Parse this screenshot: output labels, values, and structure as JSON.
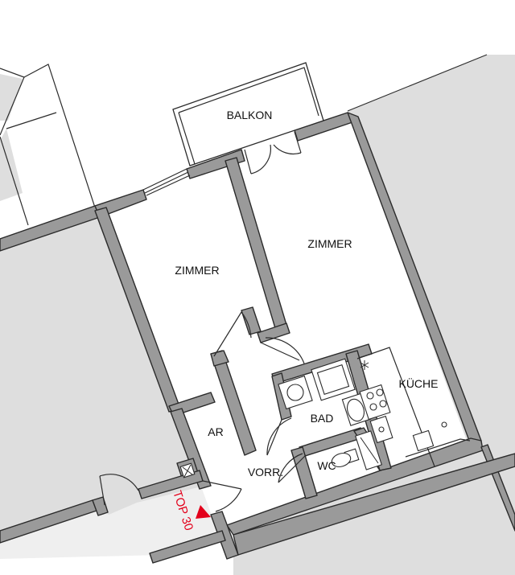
{
  "rooms": {
    "balkon": "BALKON",
    "zimmer_left": "ZIMMER",
    "zimmer_right": "ZIMMER",
    "kueche": "KÜCHE",
    "bad": "BAD",
    "wc": "WC",
    "ar": "AR",
    "vorraum": "VORR."
  },
  "unit": {
    "label": "TOP 30",
    "marker_icon": "red-triangle-icon",
    "color": "#e3001b"
  },
  "colors": {
    "wall_fill": "#9a9a9a",
    "outside_shade": "#dedede",
    "corridor_shade": "#efefef"
  }
}
